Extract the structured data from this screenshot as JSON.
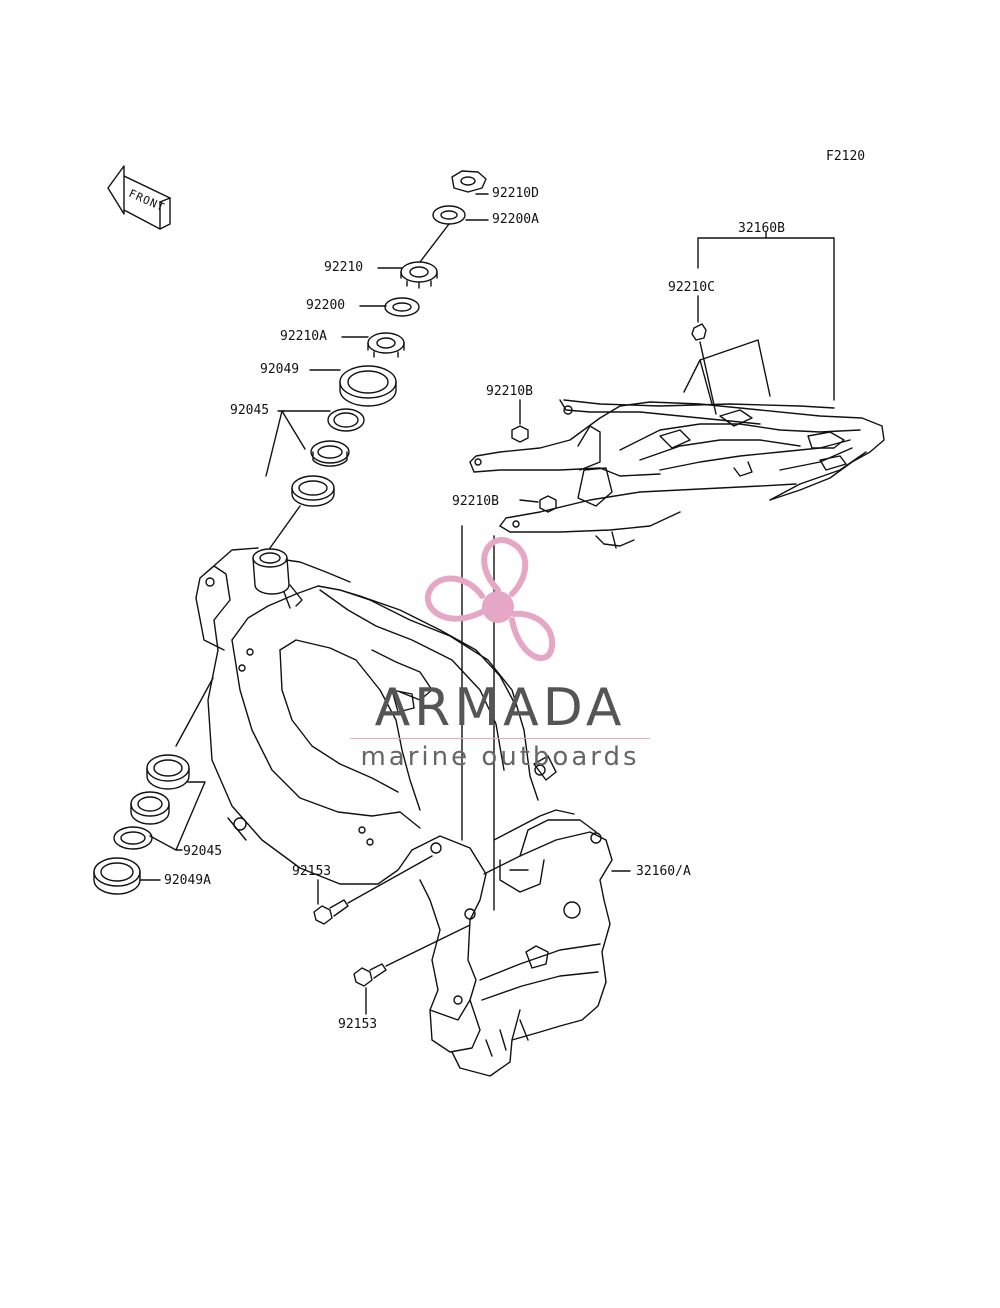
{
  "diagram": {
    "code": "F2120",
    "front_label": "FRONT",
    "labels": {
      "l_92210D": "92210D",
      "l_92200A": "92200A",
      "l_92210": "92210",
      "l_92200": "92200",
      "l_92210A": "92210A",
      "l_92049": "92049",
      "l_92045_top": "92045",
      "l_32160B": "32160B",
      "l_92210C": "92210C",
      "l_92210B_1": "92210B",
      "l_92210B_2": "92210B",
      "l_92045_bottom": "92045",
      "l_92049A": "92049A",
      "l_92153_1": "92153",
      "l_32160A": "32160/A",
      "l_92153_2": "92153"
    }
  },
  "watermark": {
    "brand": "ARMADA",
    "tagline": "marine outboards",
    "colors": {
      "pink": "#e6a7c6",
      "gray": "#555555"
    }
  }
}
